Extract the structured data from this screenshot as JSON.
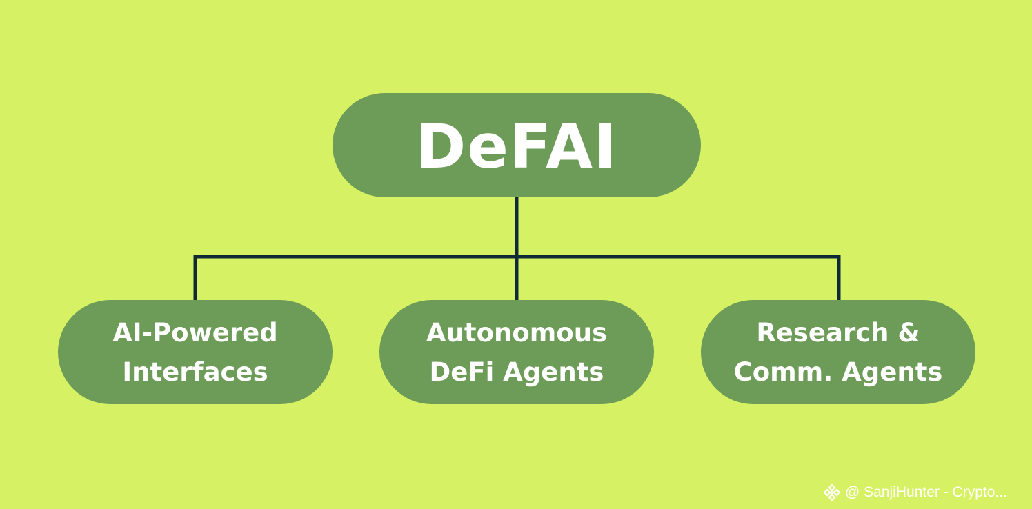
{
  "diagram": {
    "root": {
      "label": "DeFAI"
    },
    "children": [
      {
        "label": "AI-Powered\nInterfaces"
      },
      {
        "label": "Autonomous\nDeFi Agents"
      },
      {
        "label": "Research &\nComm. Agents"
      }
    ]
  },
  "colors": {
    "background": "#d6f264",
    "node_fill": "#6d9b58",
    "node_text": "#ffffff",
    "connector": "#0f2a36"
  },
  "watermark": {
    "text": "@ SanjiHunter - Crypto...",
    "icon": "binance-logo-icon"
  }
}
